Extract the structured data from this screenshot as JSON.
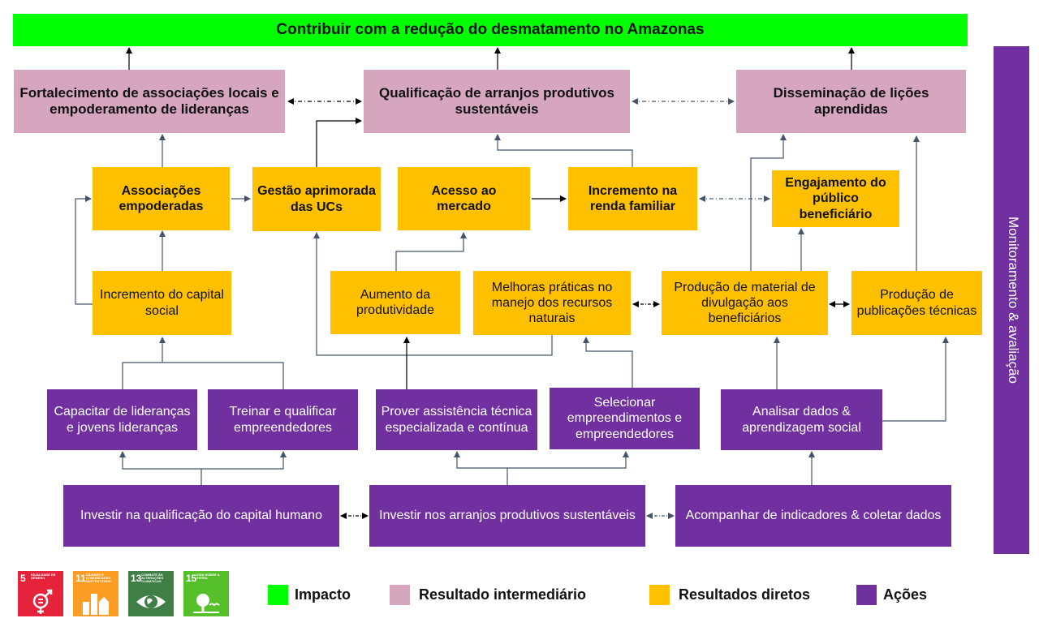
{
  "impact": "Contribuir  com a redução do desmatamento no Amazonas",
  "intermediate": {
    "fortalecimento": "Fortalecimento de associações locais e empoderamento de lideranças",
    "qualificacao": "Qualificação de arranjos produtivos sustentáveis",
    "disseminacao": "Disseminação de lições aprendidas"
  },
  "direct": {
    "associacoes": "Associações empoderadas",
    "gestao": "Gestão aprimorada das UCs",
    "acesso": "Acesso ao mercado",
    "incremento_renda": "Incremento na renda familiar",
    "engajamento": "Engajamento do público beneficiário",
    "incremento_capital": "Incremento do capital social",
    "aumento": "Aumento da produtividade",
    "melhoras": "Melhoras práticas no manejo dos recursos naturais",
    "producao_material": "Produção de material de divulgação aos beneficiários",
    "producao_publicacoes": "Produção de publicações técnicas"
  },
  "actions": {
    "capacitar": "Capacitar de lideranças e jovens lideranças",
    "treinar": "Treinar e qualificar empreendedores",
    "prover": "Prover assistência técnica especializada e contínua",
    "selecionar": "Selecionar empreendimentos e empreendedores",
    "analisar": "Analisar dados & aprendizagem social",
    "investir_capital": "Investir na qualificação do capital humano",
    "investir_arranjos": "Investir nos arranjos produtivos sustentáveis",
    "acompanhar": "Acompanhar de indicadores & coletar dados"
  },
  "side_label": "Monitoramento & avaliação",
  "sdgs": [
    {
      "number": "5",
      "text": "IGUALDADE DE GÊNERO",
      "color": "#e5243b",
      "icon": "gender-equality-icon"
    },
    {
      "number": "11",
      "text": "CIDADES E COMUNIDADES SUSTENTÁVEIS",
      "color": "#fd9d24",
      "icon": "city-icon"
    },
    {
      "number": "13",
      "text": "COMBATE ÀS ALTERAÇÕES CLIMÁTICAS",
      "color": "#3f7e44",
      "icon": "eye-globe-icon"
    },
    {
      "number": "15",
      "text": "VIDA SOBRE A TERRA",
      "color": "#56c02b",
      "icon": "tree-icon"
    }
  ],
  "legend": {
    "impacto": "Impacto",
    "resultado_intermediario": "Resultado intermediário",
    "resultados_diretos": "Resultados diretos",
    "acoes": "Ações"
  },
  "colors": {
    "impact": "#00ff00",
    "intermediate": "#d5a6bd",
    "direct": "#ffc000",
    "action": "#7030a0",
    "arrow_solid": "#000000",
    "arrow_light": "#44546a"
  }
}
